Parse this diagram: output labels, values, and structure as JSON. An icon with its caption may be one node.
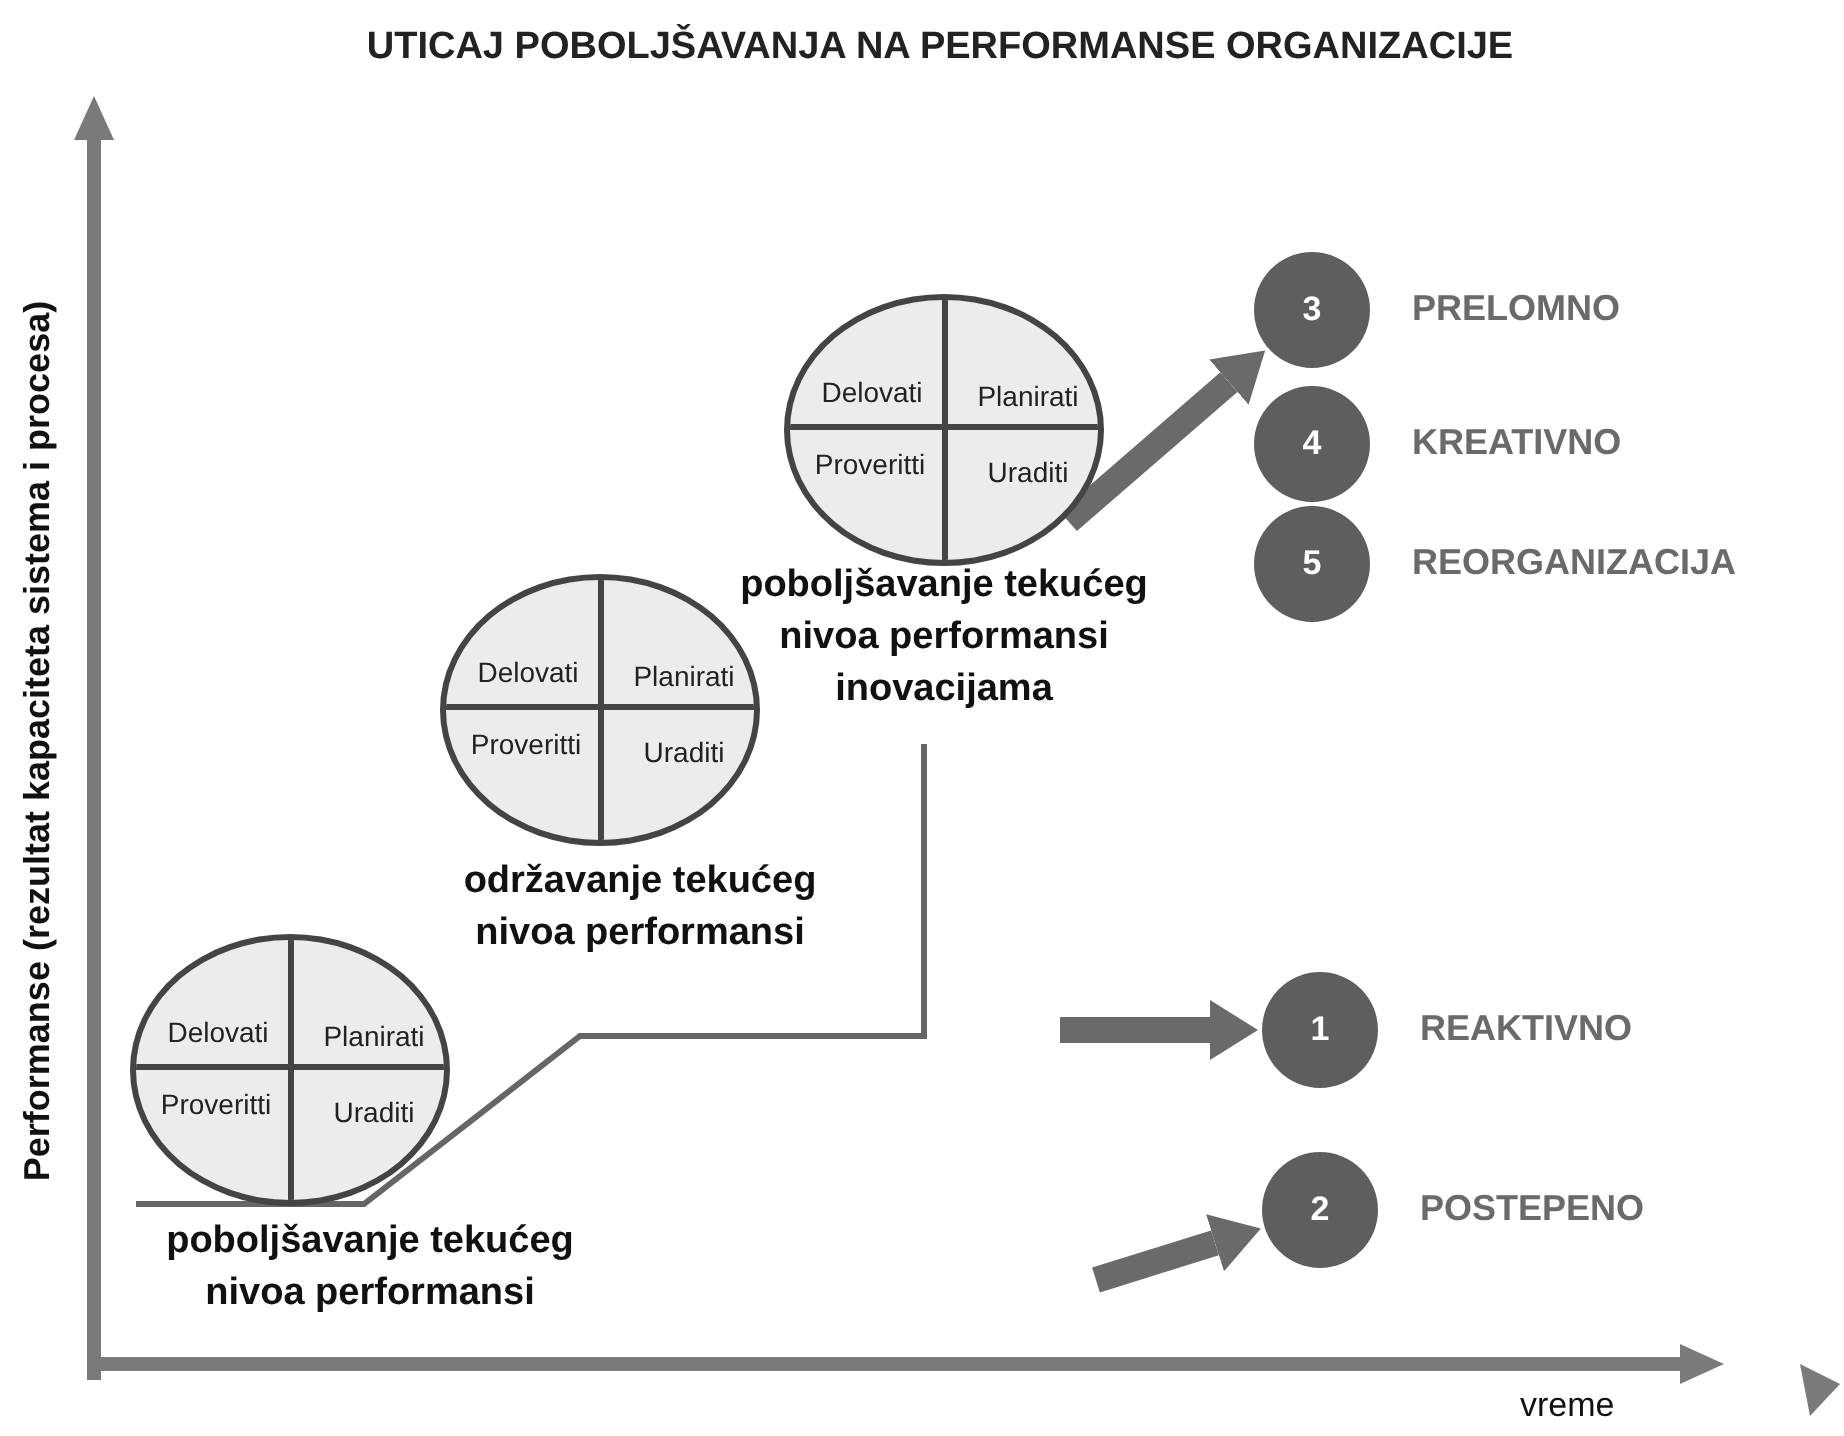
{
  "diagram": {
    "title": "UTICAJ POBOLJŠAVANJA NA PERFORMANSE ORGANIZACIJE",
    "nodes": [
      {
        "text": [
          "Delovati",
          "Planirati",
          "Proveritti",
          "Uraditi"
        ],
        "beside": [
          "poboljšavanje tekućeg nivoa performansi"
        ]
      },
      {
        "text": [
          "Delovati",
          "Planirati",
          "Proveritti",
          "Uraditi"
        ],
        "beside": [
          "održavanje tekućeg nivoa performansi"
        ]
      },
      {
        "text": [
          "Delovati",
          "Planirati",
          "Proveritti",
          "Uraditi"
        ],
        "beside": [
          "poboljšavanje tekućeg nivoa performansi inovacijama"
        ]
      },
      {
        "text": [
          "3"
        ],
        "beside": [
          "PRELOMNO"
        ]
      },
      {
        "text": [
          "4"
        ],
        "beside": [
          "KREATIVNO"
        ]
      },
      {
        "text": [
          "5"
        ],
        "beside": [
          "REORGANIZACIJA"
        ]
      },
      {
        "text": [
          "1"
        ],
        "beside": [
          "REAKTIVNO"
        ]
      },
      {
        "text": [
          "2"
        ],
        "beside": [
          "POSTEPENO"
        ]
      }
    ],
    "edges": [
      {
        "from": 2,
        "to": 3,
        "arrow": "to"
      },
      {
        "from": null,
        "to": 6,
        "arrow": "to"
      },
      {
        "from": null,
        "to": 7,
        "arrow": "to"
      }
    ],
    "labels": [
      "Performanse (rezultat kapaciteta sistema i procesa)",
      "vreme"
    ]
  }
}
